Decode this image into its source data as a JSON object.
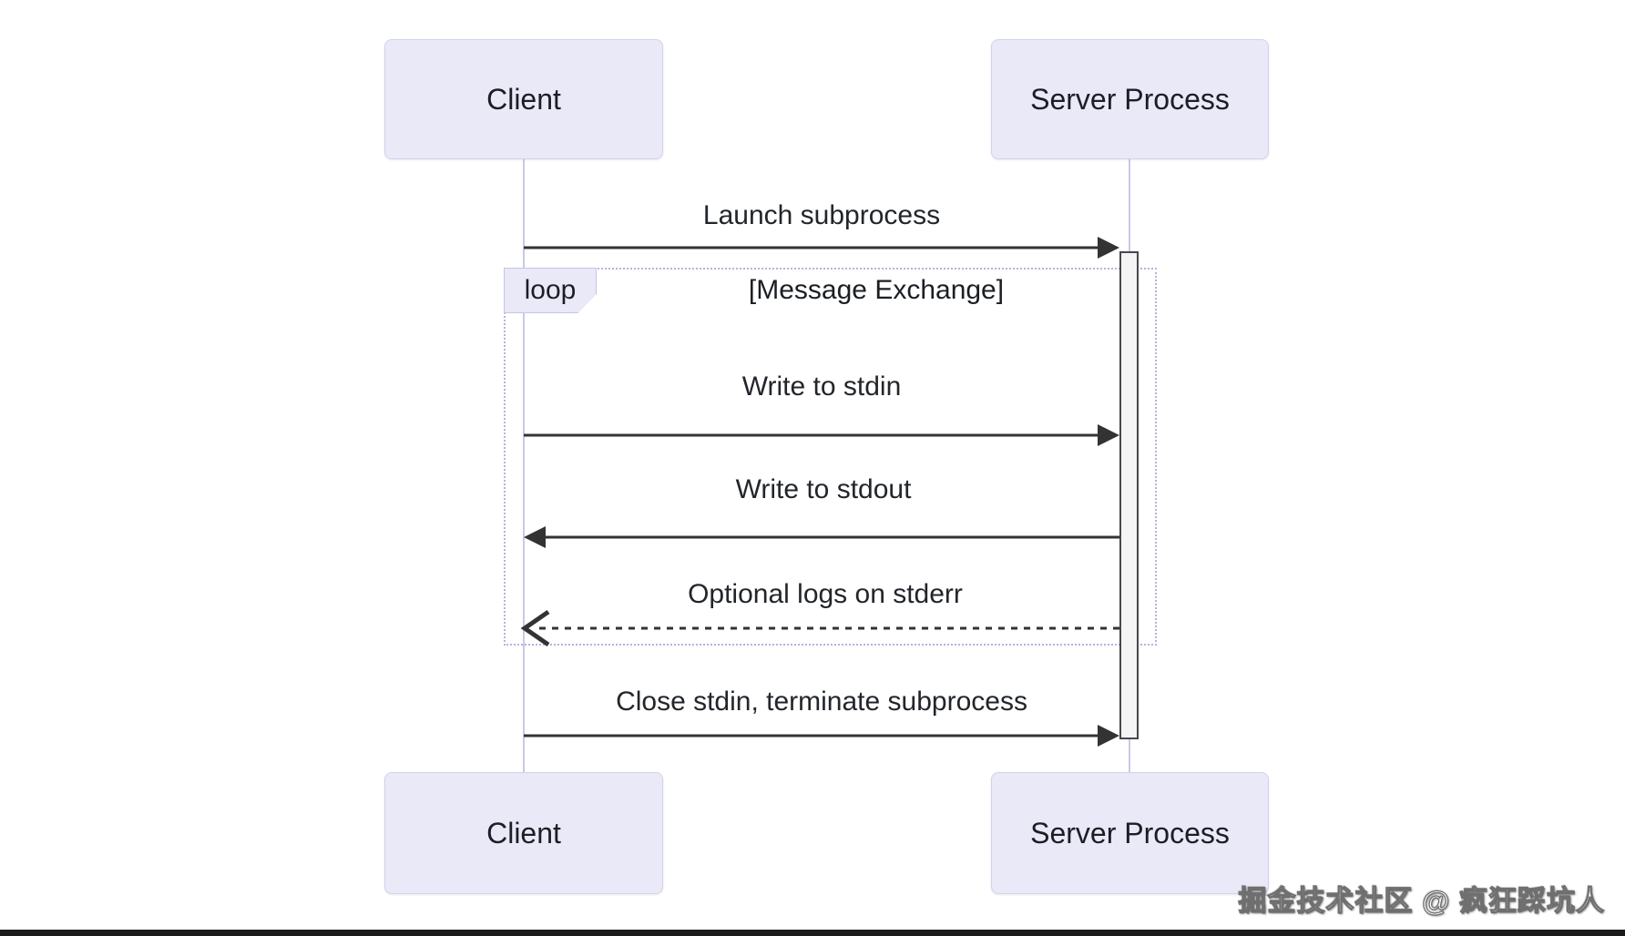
{
  "diagram": {
    "actors": [
      {
        "id": "client",
        "label": "Client"
      },
      {
        "id": "server",
        "label": "Server Process"
      }
    ],
    "loop": {
      "label": "loop",
      "title": "[Message Exchange]"
    },
    "messages": [
      {
        "label": "Launch subprocess",
        "from": "client",
        "to": "server",
        "style": "solid"
      },
      {
        "label": "Write to stdin",
        "from": "client",
        "to": "server",
        "style": "solid"
      },
      {
        "label": "Write to stdout",
        "from": "server",
        "to": "client",
        "style": "solid"
      },
      {
        "label": "Optional logs on stderr",
        "from": "server",
        "to": "client",
        "style": "dashed"
      },
      {
        "label": "Close stdin, terminate subprocess",
        "from": "client",
        "to": "server",
        "style": "solid"
      }
    ]
  },
  "watermark": {
    "text": "掘金技术社区 @ 疯狂踩坑人"
  },
  "colors": {
    "actor_fill": "#e9e9f8",
    "actor_border": "#d3d3ea",
    "lifeline": "#c9c9e6",
    "loop_border": "#b4b4de",
    "arrow": "#333333",
    "activation_fill": "#f4f4f4",
    "activation_border": "#47474e",
    "text": "#21252b",
    "bottom_bar": "#1b1b1d"
  }
}
